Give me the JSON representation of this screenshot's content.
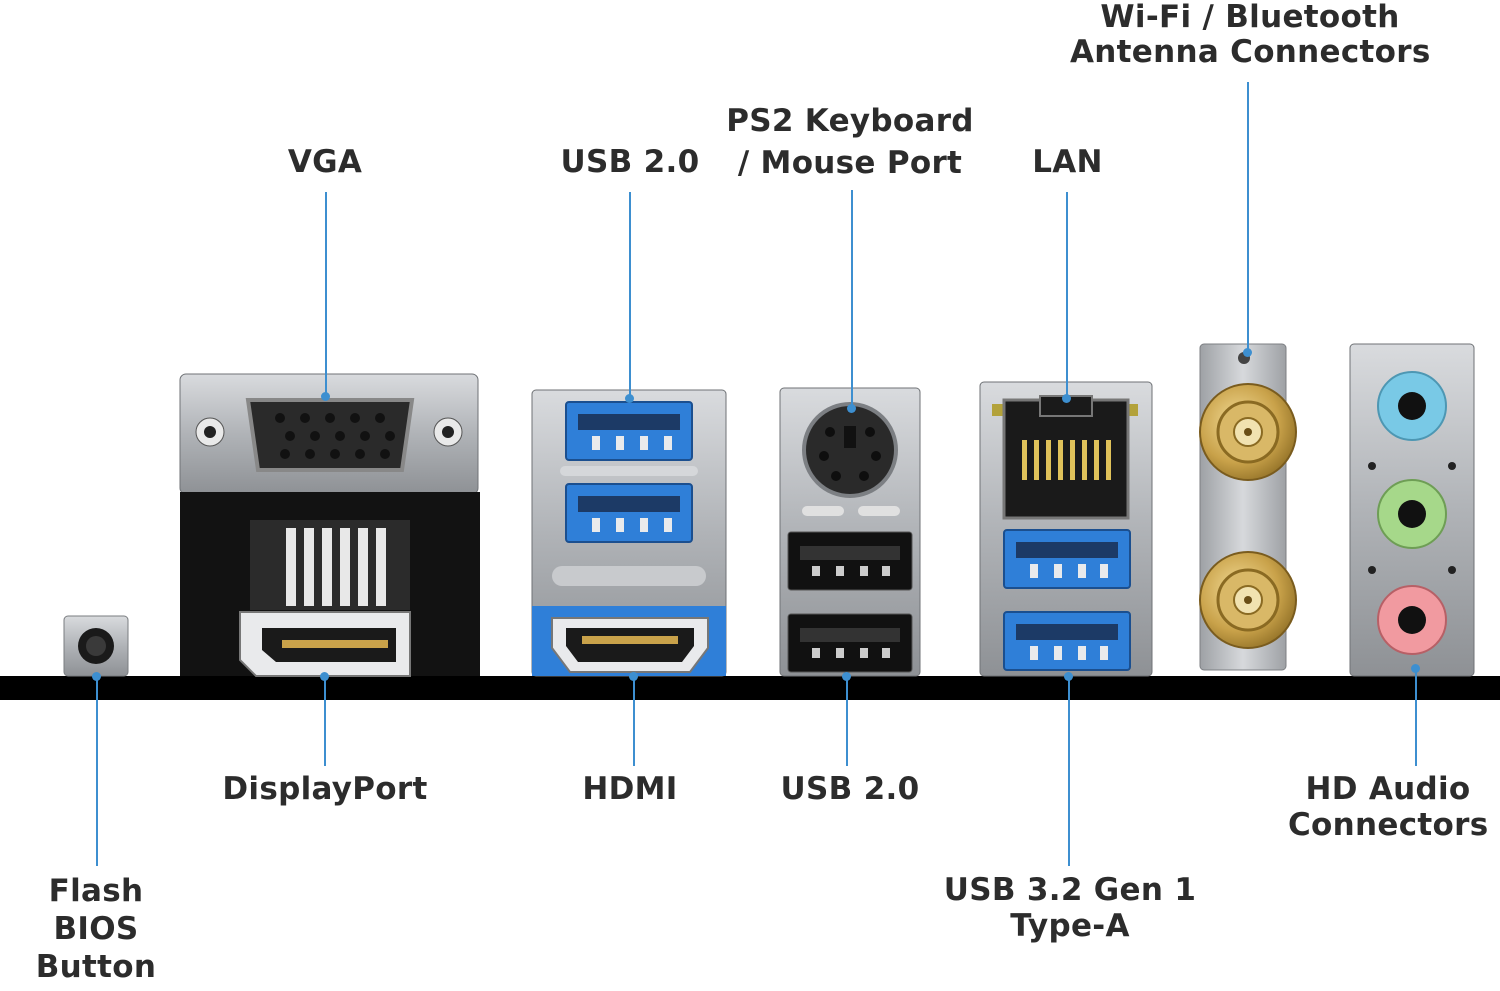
{
  "labels": {
    "flash_bios": [
      "Flash",
      "BIOS",
      "Button"
    ],
    "vga": "VGA",
    "displayport": "DisplayPort",
    "usb20_top": "USB 2.0",
    "hdmi": "HDMI",
    "ps2": [
      "PS2 Keyboard",
      "/ Mouse Port"
    ],
    "usb20_bottom": "USB 2.0",
    "lan": "LAN",
    "usb32": [
      "USB 3.2 Gen 1",
      "Type-A"
    ],
    "wifi": [
      "Wi-Fi / Bluetooth",
      "Antenna Connectors"
    ],
    "hd_audio": [
      "HD Audio",
      "Connectors"
    ]
  },
  "colors": {
    "leader": "#3d8fd0",
    "usb3_blue": "#2f7fd8",
    "audio_blue": "#79c9e6",
    "audio_green": "#a6d88a",
    "audio_pink": "#f19aa0",
    "gold": "#c9a24a",
    "board": "#000000",
    "metal": "#b9bcc0"
  },
  "icons": [
    "flash-button-icon",
    "vga-port-icon",
    "displayport-icon",
    "usb-port-icon",
    "hdmi-port-icon",
    "ps2-port-icon",
    "lan-port-icon",
    "antenna-connector-icon",
    "audio-jack-icon"
  ]
}
